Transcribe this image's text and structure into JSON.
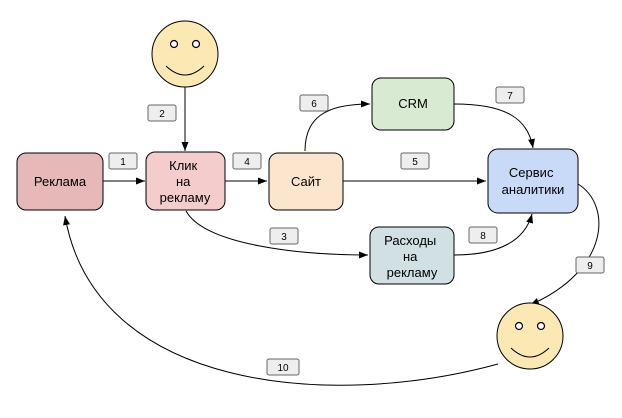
{
  "nodes": {
    "advertising": {
      "label": [
        "Реклама"
      ],
      "fill": "#e6b8b7"
    },
    "ad_click": {
      "label": [
        "Клик",
        "на",
        "рекламу"
      ],
      "fill": "#f4cccc"
    },
    "site": {
      "label": [
        "Сайт"
      ],
      "fill": "#fce5cd"
    },
    "crm": {
      "label": [
        "CRM"
      ],
      "fill": "#d9ead3"
    },
    "analytics": {
      "label": [
        "Сервис",
        "аналитики"
      ],
      "fill": "#c9daf8"
    },
    "ad_costs": {
      "label": [
        "Расходы",
        "на",
        "рекламу"
      ],
      "fill": "#d0e0e3"
    }
  },
  "users": {
    "fill": "#fce8b2"
  },
  "steps": [
    "1",
    "2",
    "3",
    "4",
    "5",
    "6",
    "7",
    "8",
    "9",
    "10"
  ],
  "colors": {
    "step_box": "#eeeeee",
    "edge": "#000000"
  }
}
